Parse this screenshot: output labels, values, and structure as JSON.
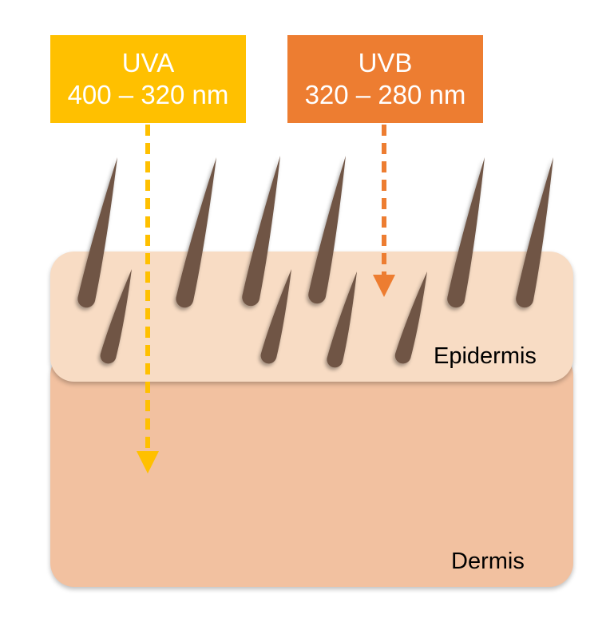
{
  "colors": {
    "uva": "#ffc000",
    "uvb": "#ed7d31",
    "hair": "#6f5444",
    "epidermis": "#f8dcc4",
    "dermis": "#f2c1a0"
  },
  "uva": {
    "name": "UVA",
    "range": "400 – 320 nm"
  },
  "uvb": {
    "name": "UVB",
    "range": "320 – 280 nm"
  },
  "layers": {
    "epidermis": "Epidermis",
    "dermis": "Dermis"
  }
}
